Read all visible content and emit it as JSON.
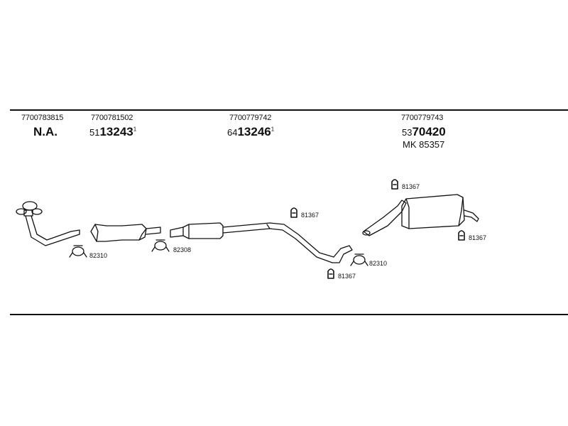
{
  "parts": [
    {
      "oe": "7700783815",
      "code": "N.A.",
      "prefix": "",
      "sup": ""
    },
    {
      "oe": "7700781502",
      "code": "13243",
      "prefix": "51",
      "sup": "1"
    },
    {
      "oe": "7700779742",
      "code": "13246",
      "prefix": "64",
      "sup": "1"
    },
    {
      "oe": "7700779743",
      "code": "70420",
      "prefix": "53",
      "sup": "",
      "extra": "MK 85357"
    }
  ],
  "fittings": {
    "clamp_a": "82310",
    "clamp_b": "82308",
    "clamp_c": "82310",
    "hanger_1": "81367",
    "hanger_2": "81367",
    "hanger_3": "81367",
    "hanger_4": "81367"
  }
}
